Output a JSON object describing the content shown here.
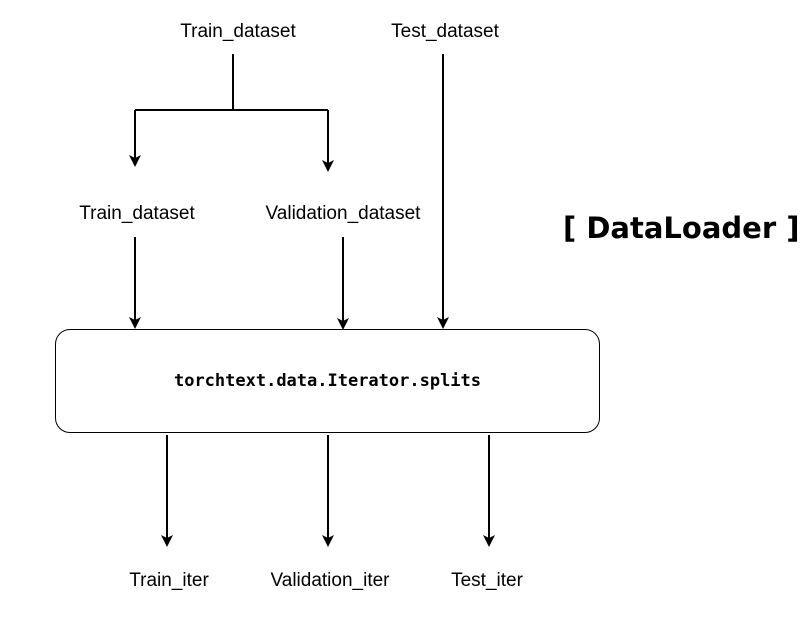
{
  "diagram": {
    "title": "[ DataLoader ]",
    "inputs": {
      "train_dataset": "Train_dataset",
      "test_dataset": "Test_dataset"
    },
    "split": {
      "train_dataset": "Train_dataset",
      "validation_dataset": "Validation_dataset"
    },
    "process_box": "torchtext.data.Iterator.splits",
    "outputs": {
      "train_iter": "Train_iter",
      "validation_iter": "Validation_iter",
      "test_iter": "Test_iter"
    },
    "line_color": "#000000"
  }
}
